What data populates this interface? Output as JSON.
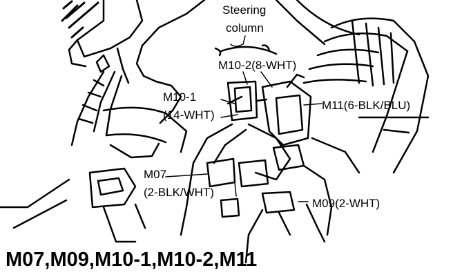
{
  "labels": {
    "steering_line1": "Steering",
    "steering_line2": "column",
    "m10_2": "M10-2(8-WHT)",
    "m10_1_line1": "M10-1",
    "m10_1_line2": "(14-WHT)",
    "m11": "M11(6-BLK/BLU)",
    "m07_line1": "M07",
    "m07_line2": "(2-BLK/WHT)",
    "m09": "M09(2-WHT)"
  },
  "caption": "M07,M09,M10-1,M10-2,M11",
  "colors": {
    "ink": "#000000",
    "paper": "#ffffff"
  }
}
